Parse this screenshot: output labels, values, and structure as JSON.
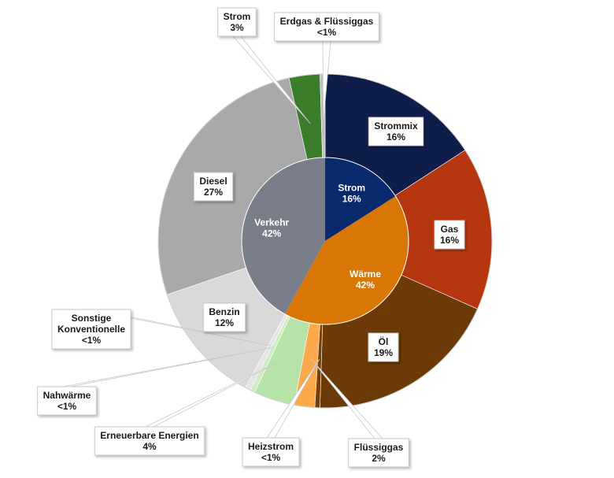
{
  "chart_data": {
    "type": "pie",
    "subtype": "sunburst",
    "inner_ring": [
      {
        "label": "Strom",
        "value_text": "16%",
        "value": 16,
        "color": "#0a2a6e"
      },
      {
        "label": "Wärme",
        "value_text": "42%",
        "value": 42,
        "color": "#d97706"
      },
      {
        "label": "Verkehr",
        "value_text": "42%",
        "value": 42,
        "color": "#7a7d8a"
      }
    ],
    "outer_ring": [
      {
        "label": "Strommix",
        "value_text": "16%",
        "value": 16,
        "parent": "Strom",
        "color": "#0f1d4a"
      },
      {
        "label": "Gas",
        "value_text": "16%",
        "value": 16,
        "parent": "Wärme",
        "color": "#b5360f"
      },
      {
        "label": "Öl",
        "value_text": "19%",
        "value": 19,
        "parent": "Wärme",
        "color": "#6b3a06"
      },
      {
        "label": "Heizstrom",
        "value_text": "<1%",
        "value": 0.5,
        "parent": "Wärme",
        "color": "#7a3d05"
      },
      {
        "label": "Flüssiggas",
        "value_text": "2%",
        "value": 2,
        "parent": "Wärme",
        "color": "#fba94b"
      },
      {
        "label": "Erneuerbare Energien",
        "value_text": "4%",
        "value": 4,
        "parent": "Wärme",
        "color": "#b7e3a8"
      },
      {
        "label": "Nahwärme",
        "value_text": "<1%",
        "value": 0.5,
        "parent": "Wärme",
        "color": "#cfeec3"
      },
      {
        "label": "Sonstige Konventionelle",
        "value_text": "<1%",
        "value": 0.5,
        "parent": "Wärme",
        "color": "#e5e5e5"
      },
      {
        "label": "Benzin",
        "value_text": "12%",
        "value": 12,
        "parent": "Verkehr",
        "color": "#d9d9d9"
      },
      {
        "label": "Diesel",
        "value_text": "27%",
        "value": 27,
        "parent": "Verkehr",
        "color": "#a9a9a9"
      },
      {
        "label": "Strom",
        "value_text": "3%",
        "value": 3,
        "parent": "Verkehr",
        "color": "#3c7d2c"
      },
      {
        "label": "Erdgas & Flüssiggas",
        "value_text": "<1%",
        "value": 0.5,
        "parent": "Verkehr",
        "color": "#bfbfbf"
      }
    ]
  }
}
